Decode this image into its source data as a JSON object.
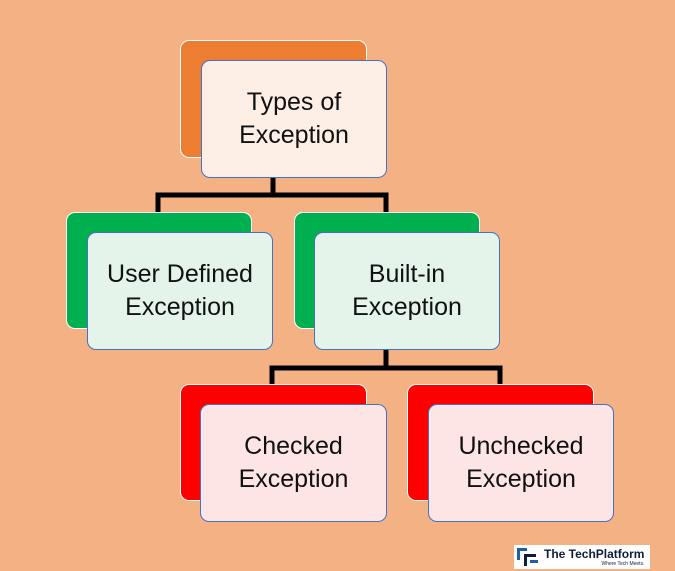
{
  "colors": {
    "background": "#F4B183",
    "level1_accent": "#ED7D31",
    "level2_accent": "#00B050",
    "level3_accent": "#FF0000",
    "level1_fill": "#FDEEE6",
    "level2_fill": "#E5F4EA",
    "level3_fill": "#FDE5E5",
    "box_border": "#4472C4",
    "connector": "#000000"
  },
  "nodes": {
    "root": {
      "label": "Types of\nException"
    },
    "user_defined": {
      "label": "User Defined\nException"
    },
    "built_in": {
      "label": "Built-in\nException"
    },
    "checked": {
      "label": "Checked\nException"
    },
    "unchecked": {
      "label": "Unchecked\nException"
    }
  },
  "edges": [
    {
      "from": "root",
      "to": "user_defined"
    },
    {
      "from": "root",
      "to": "built_in"
    },
    {
      "from": "built_in",
      "to": "checked"
    },
    {
      "from": "built_in",
      "to": "unchecked"
    }
  ],
  "logo": {
    "name": "The TechPlatform",
    "tagline": "Where Tech Meets."
  }
}
